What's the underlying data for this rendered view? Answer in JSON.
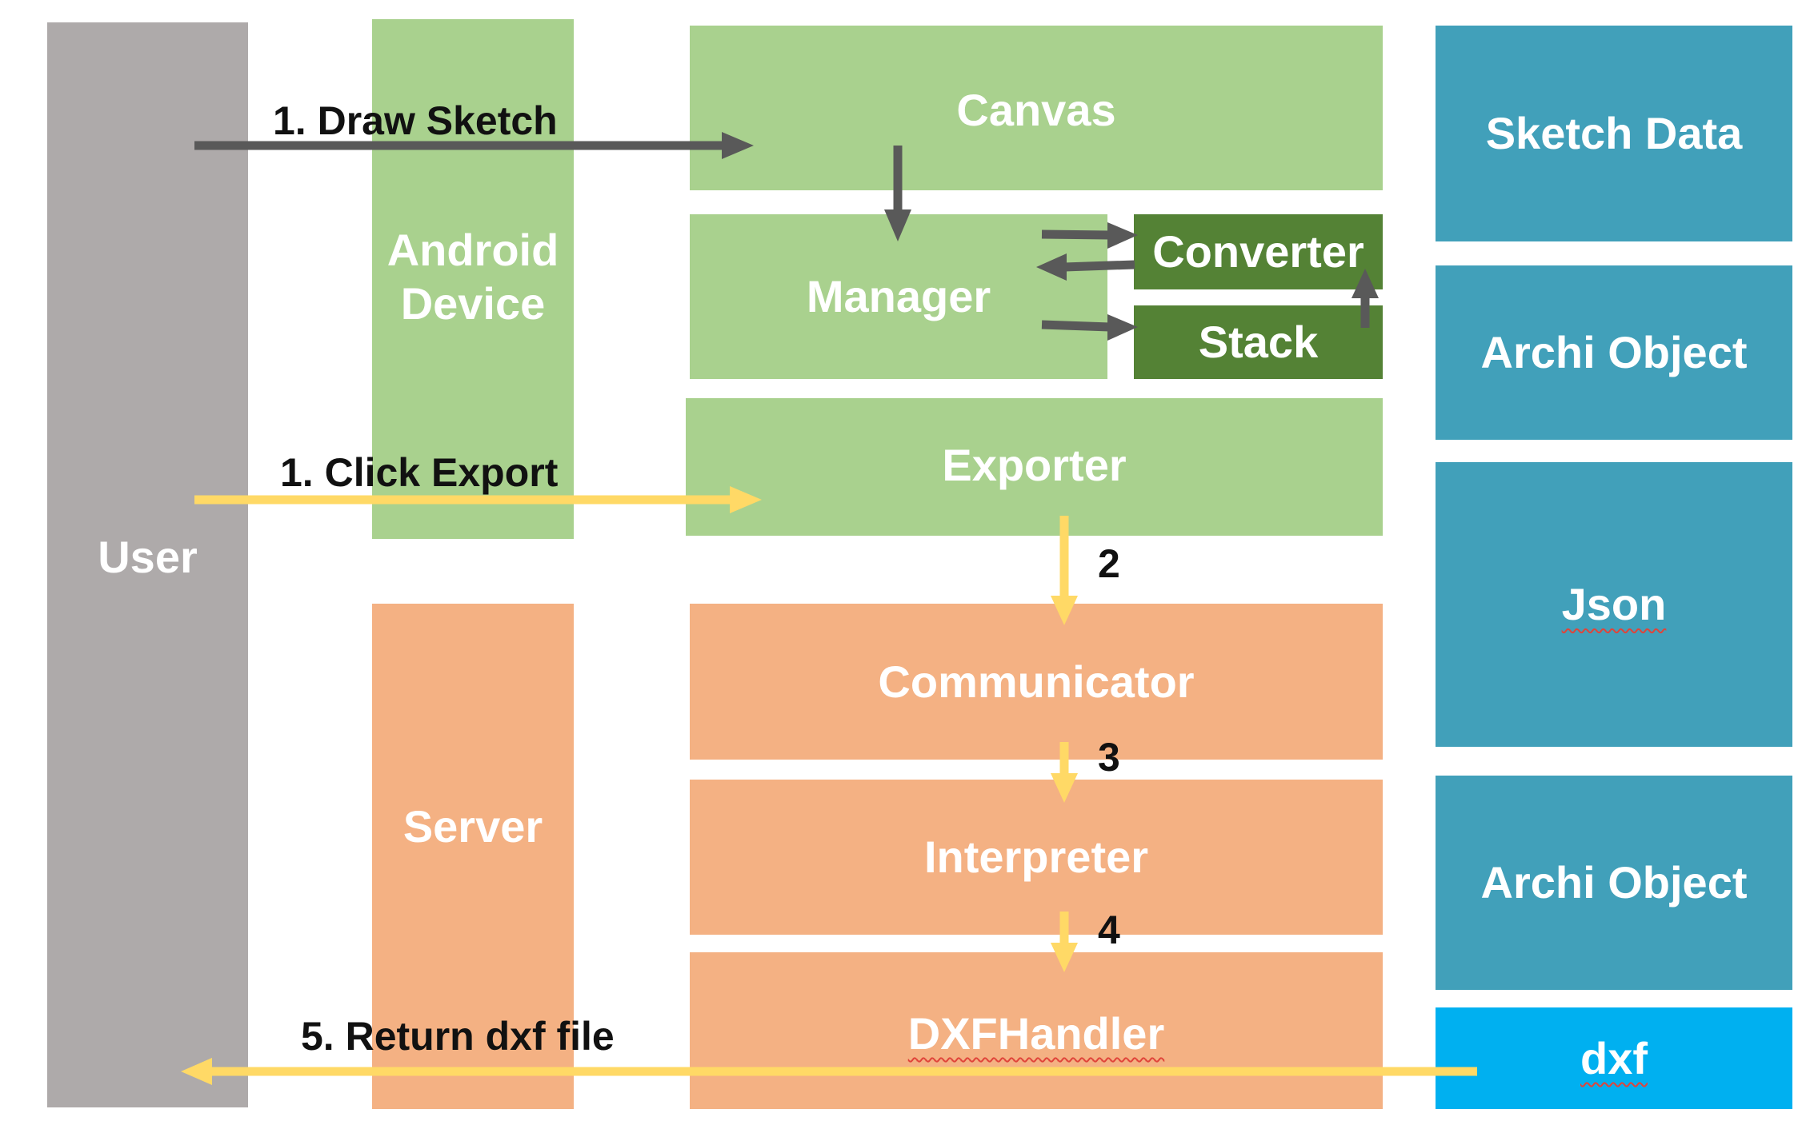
{
  "colors": {
    "user": "#AEAAAA",
    "android_light": "#A9D18E",
    "android_dark": "#548235",
    "server": "#F4B183",
    "data_teal": "#41A0BA",
    "data_dxf": "#00B0F0",
    "arrow_dark": "#595959",
    "arrow_yellow": "#FFD966"
  },
  "lanes": {
    "user": "User",
    "android_device_line1": "Android",
    "android_device_line2": "Device",
    "server": "Server"
  },
  "components": {
    "canvas": "Canvas",
    "manager": "Manager",
    "converter": "Converter",
    "stack": "Stack",
    "exporter": "Exporter",
    "communicator": "Communicator",
    "interpreter": "Interpreter",
    "dxfhandler": "DXFHandler"
  },
  "data_objects": {
    "sketch_data": "Sketch Data",
    "archi_object_1": "Archi Object",
    "json": "Json",
    "archi_object_2": "Archi Object",
    "dxf": "dxf"
  },
  "steps": {
    "draw_sketch": "1. Draw Sketch",
    "click_export": "1. Click Export",
    "step2": "2",
    "step3": "3",
    "step4": "4",
    "return_dxf": "5. Return dxf file"
  }
}
